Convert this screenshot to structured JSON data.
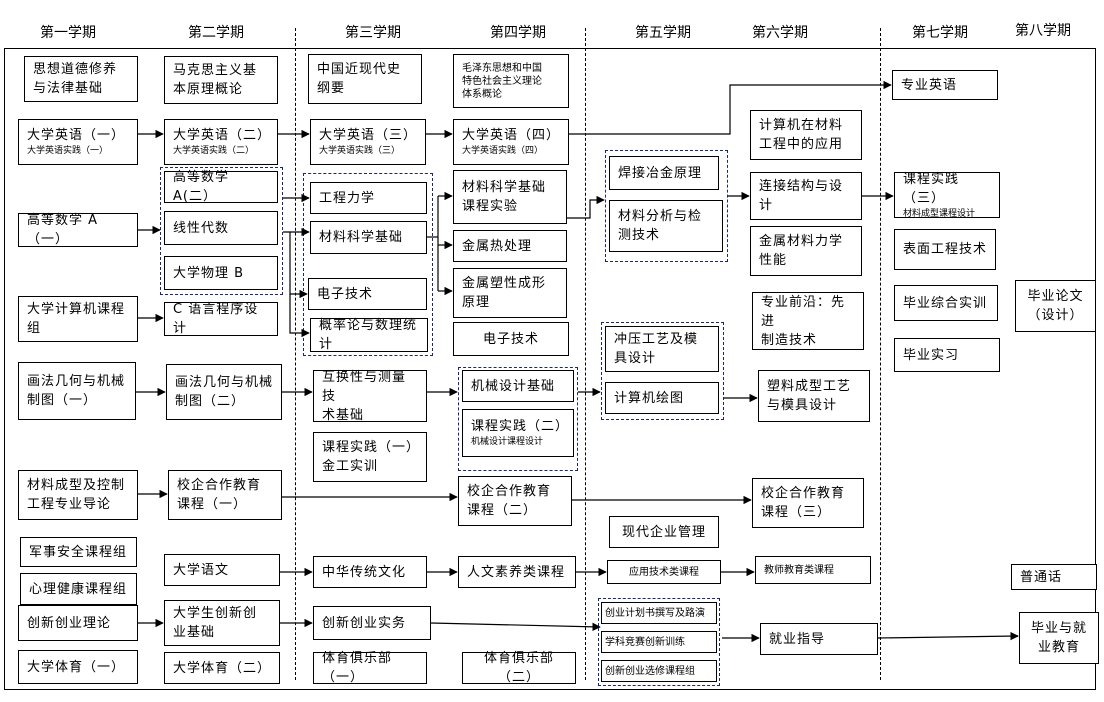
{
  "semesters": [
    "第一学期",
    "第二学期",
    "第三学期",
    "第四学期",
    "第五学期",
    "第六学期",
    "第七学期",
    "第八学期"
  ],
  "courses": {
    "c1_1": [
      "思想道德修养",
      "与法律基础"
    ],
    "c1_2": [
      "大学英语（一）"
    ],
    "c1_2s": "大学英语实践（一）",
    "c1_3": [
      "高等数学 A（一）"
    ],
    "c1_4": [
      "大学计算机课程",
      "组"
    ],
    "c1_5": [
      "画法几何与机械",
      "制图（一）"
    ],
    "c1_6": [
      "材料成型及控制",
      "工程专业导论"
    ],
    "c1_7": [
      "军事安全课程组"
    ],
    "c1_8": [
      "心理健康课程组"
    ],
    "c1_9": [
      "创新创业理论"
    ],
    "c1_10": [
      "大学体育（一）"
    ],
    "c2_1": [
      "马克思主义基",
      "本原理概论"
    ],
    "c2_2": [
      "大学英语（二）"
    ],
    "c2_2s": "大学英语实践（二）",
    "c2_3": [
      "高等数学 A(二）"
    ],
    "c2_4": [
      "线性代数"
    ],
    "c2_5": [
      "大学物理 B"
    ],
    "c2_6": [
      "C 语言程序设计"
    ],
    "c2_7": [
      "画法几何与机械",
      "制图（二）"
    ],
    "c2_8": [
      "校企合作教育",
      "课程（一）"
    ],
    "c2_9": [
      "大学语文"
    ],
    "c2_10": [
      "大学生创新创",
      "业基础"
    ],
    "c2_11": [
      "大学体育（二）"
    ],
    "c3_1": [
      "中国近现代史",
      "纲要"
    ],
    "c3_2": [
      "大学英语（三）"
    ],
    "c3_2s": "大学英语实践（三）",
    "c3_3": [
      "工程力学"
    ],
    "c3_4": [
      "材料科学基础"
    ],
    "c3_5": [
      "电子技术"
    ],
    "c3_6": [
      "概率论与数理统计"
    ],
    "c3_7": [
      "互换性与测量技",
      "术基础"
    ],
    "c3_8": [
      "课程实践（一）",
      "金工实训"
    ],
    "c3_9": [
      "中华传统文化"
    ],
    "c3_10": [
      "创新创业实务"
    ],
    "c3_11": [
      "体育俱乐部（一）"
    ],
    "c4_1": [
      "毛泽东思想和中国",
      "特色社会主义理论",
      "体系概论"
    ],
    "c4_2": [
      "大学英语（四）"
    ],
    "c4_2s": "大学英语实践（四）",
    "c4_3": [
      "材料科学基础",
      "课程实验"
    ],
    "c4_4": [
      "金属热处理"
    ],
    "c4_5": [
      "金属塑性成形",
      "原理"
    ],
    "c4_6": [
      "电子技术"
    ],
    "c4_7": [
      "机械设计基础"
    ],
    "c4_8": [
      "课程实践（二）"
    ],
    "c4_8s": "机械设计课程设计",
    "c4_9": [
      "校企合作教育",
      "课程（二）"
    ],
    "c4_10": [
      "人文素养类课程"
    ],
    "c4_11": [
      "体育俱乐部（二）"
    ],
    "c5_1": [
      "焊接冶金原理"
    ],
    "c5_2": [
      "材料分析与检",
      "测技术"
    ],
    "c5_3": [
      "冲压工艺及模",
      "具设计"
    ],
    "c5_4": [
      "计算机绘图"
    ],
    "c5_5": [
      "现代企业管理"
    ],
    "c5_6": [
      "应用技术类课程"
    ],
    "c5_7": [
      "创业计划书撰写及路演"
    ],
    "c5_8": [
      "学科竞赛创新训练"
    ],
    "c5_9": [
      "创新创业选修课程组"
    ],
    "c6_1": [
      "计算机在材料",
      "工程中的应用"
    ],
    "c6_2": [
      "连接结构与设",
      "计"
    ],
    "c6_3": [
      "金属材料力学",
      "性能"
    ],
    "c6_4": [
      "专业前沿：先进",
      "制造技术"
    ],
    "c6_5": [
      "塑料成型工艺",
      "与模具设计"
    ],
    "c6_6": [
      "校企合作教育",
      "课程（三）"
    ],
    "c6_7": [
      "教师教育类课程"
    ],
    "c6_8": [
      "就业指导"
    ],
    "c7_1": [
      "专业英语"
    ],
    "c7_2": [
      "课程实践（三）"
    ],
    "c7_2s": "材料成型课程设计",
    "c7_3": [
      "表面工程技术"
    ],
    "c7_4": [
      "毕业综合实训"
    ],
    "c7_5": [
      "毕业实习"
    ],
    "c8_1": [
      "毕业论文",
      "（设计）"
    ],
    "c8_2": [
      "普通话"
    ],
    "c8_3": [
      "毕业与就",
      "业教育"
    ]
  }
}
